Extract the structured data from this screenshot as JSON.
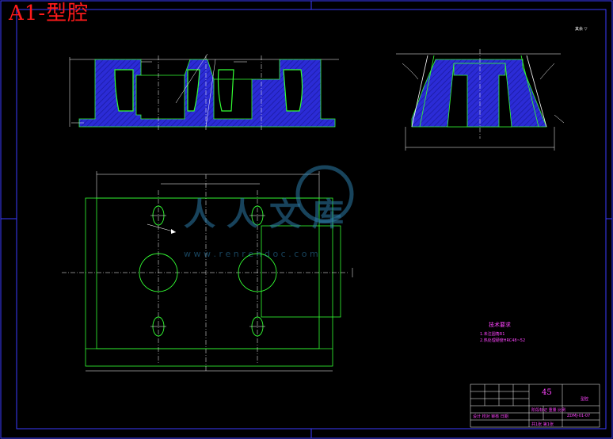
{
  "title": "A1-型腔",
  "roughness_note": "其余 ▽",
  "technical_requirements": {
    "heading": "技术要求",
    "items": [
      "1.未注圆角R1",
      "2.热处理硬度HRC48~52"
    ]
  },
  "title_block": {
    "material": "45",
    "part_name": "型腔",
    "drawing_no": "ZDMJ-01-07",
    "scale_row": "共1张 第1张",
    "design_row": "设计 校对 审核 日期",
    "stage_row": "阶段标记 重量 比例"
  },
  "watermark": {
    "brand": "人人文库",
    "url": "w w w . r e n r e n d o c . c o m"
  },
  "colors": {
    "background": "#000000",
    "frame": "#3b3bff",
    "geometry": "#33ff33",
    "solid_section": "#2b2bd6",
    "dimension": "#ffffff",
    "annotation": "#ff44ff",
    "center_line": "#ffffff",
    "title": "#ff1a1a"
  }
}
